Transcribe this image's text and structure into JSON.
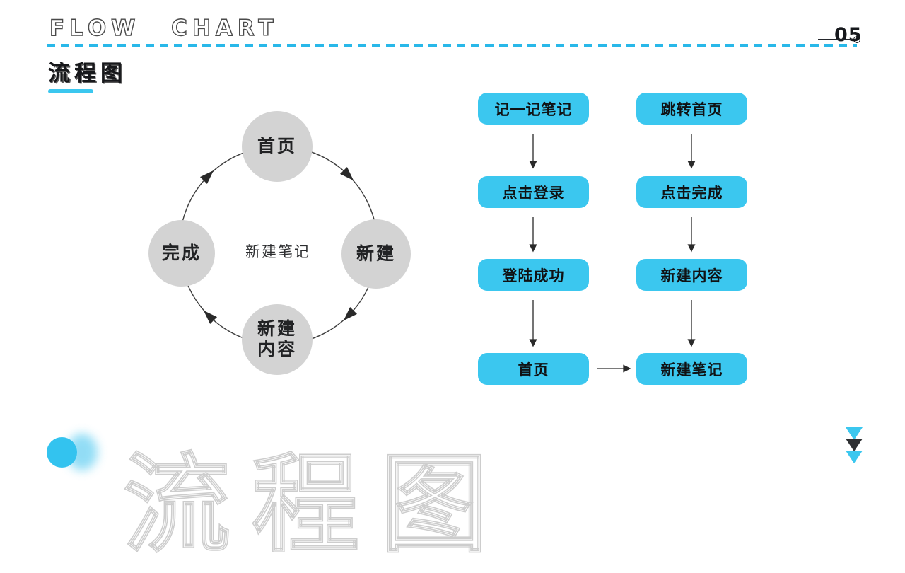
{
  "header": {
    "eyebrow": "FLOW CHART",
    "page_number": "05",
    "title": "流程图"
  },
  "cycle": {
    "center_label": "新建笔记",
    "nodes": [
      {
        "position": "top",
        "label": "首页"
      },
      {
        "position": "right",
        "label": "新建"
      },
      {
        "position": "bottom",
        "label": "新建内容",
        "lines": [
          "新建",
          "内容"
        ]
      },
      {
        "position": "left",
        "label": "完成"
      }
    ]
  },
  "flows": {
    "left": {
      "steps": [
        "记一记笔记",
        "点击登录",
        "登陆成功",
        "首页"
      ]
    },
    "right": {
      "steps": [
        "跳转首页",
        "点击完成",
        "新建内容",
        "新建笔记"
      ]
    }
  },
  "decor": {
    "background_text": "流程图"
  },
  "colors": {
    "accent_cyan": "#3BC7EF",
    "dash_cyan": "#29B8E9",
    "node_gray": "#D3D3D3",
    "arrow_dark": "#2B2B2B"
  }
}
